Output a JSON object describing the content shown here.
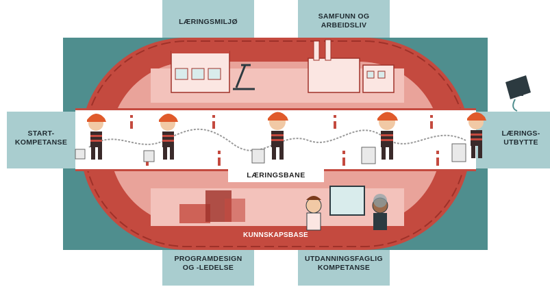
{
  "diagram": {
    "top_labels": {
      "laeringsmiljo": "LÆRINGSMILJØ",
      "samfunn": "SAMFUNN OG\nARBEIDSLIV"
    },
    "side_labels": {
      "start": "START-\nKOMPETANSE",
      "utbytte": "LÆRINGS-\nUTBYTTE"
    },
    "bottom_labels": {
      "programdesign": "PROGRAMDESIGN\nOG -LEDELSE",
      "utdanningsfaglig": "UTDANNINGSFAGLIG\nKOMPETANSE"
    },
    "center_banner": "LÆRINGSBANE",
    "base_banner": "KUNNSKAPSBASE",
    "colors": {
      "teal_light": "#a9cdcf",
      "teal_dark": "#4f8e8e",
      "brick": "#c44a3f",
      "brick_dark": "#9e3129",
      "salmon": "#e9a39a",
      "hair": "#e05a2b"
    }
  }
}
